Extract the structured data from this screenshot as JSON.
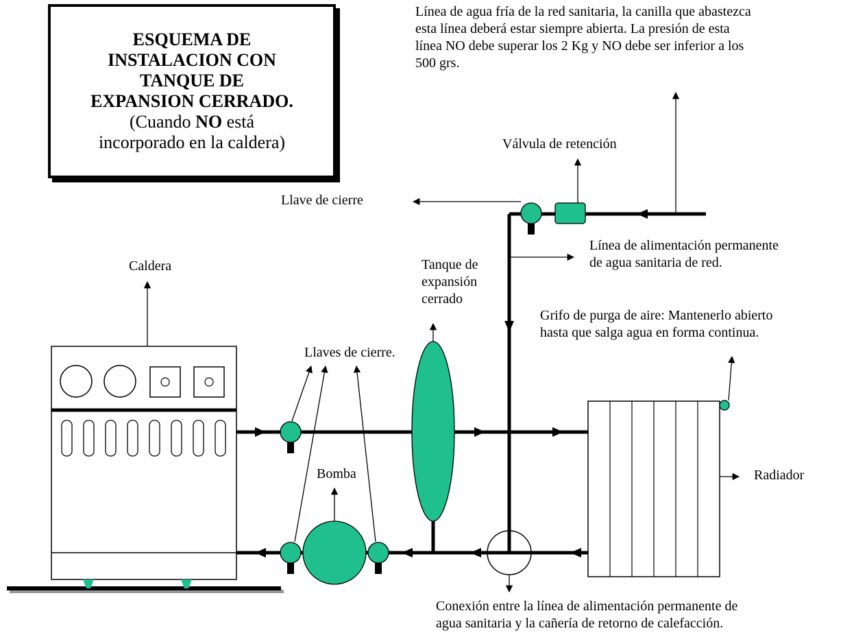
{
  "title": {
    "lines": [
      "ESQUEMA DE",
      "INSTALACION CON",
      "TANQUE DE",
      "EXPANSION CERRADO."
    ],
    "sub_pre": "(Cuando ",
    "sub_bold": "NO",
    "sub_post": " está",
    "sub_line2": "incorporado en la caldera)"
  },
  "labels": {
    "cold_line": [
      "Línea de agua fría de la red sanitaria, la canilla que abastezca",
      "esta línea deberá estar siempre abierta.  La presión de esta",
      "línea NO debe superar los 2 Kg y  NO debe ser inferior a los",
      "500 grs."
    ],
    "check_valve": "Válvula de retención",
    "shutoff_valve": "Llave de cierre",
    "feed_line": [
      "Línea de alimentación permanente",
      "de agua sanitaria de red."
    ],
    "boiler": "Caldera",
    "expansion_tank": [
      "Tanque de",
      "expansión",
      "cerrado"
    ],
    "air_bleed": [
      "Grifo de purga de aire: Mantenerlo abierto",
      "hasta que salga agua en forma continua."
    ],
    "shutoff_valves": "Llaves de cierre.",
    "pump": "Bomba",
    "radiator": "Radiador",
    "connection": [
      "Conexión entre la línea de alimentación permanente de",
      "agua sanitaria y la cañería de retorno de calefacción."
    ]
  },
  "colors": {
    "component": "#1fc08e",
    "line": "#000000",
    "floor_shadow": "#999999"
  }
}
